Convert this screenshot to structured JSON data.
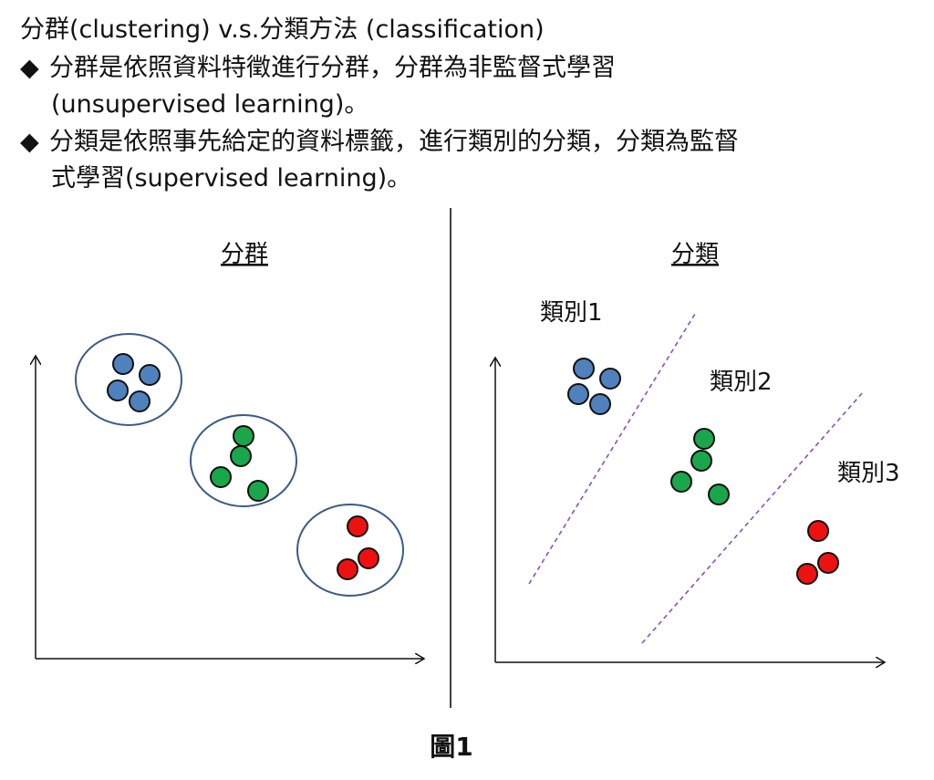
{
  "header": {
    "title": "分群(clustering) v.s.分類方法 (classification)",
    "bullet_symbol": "◆",
    "bullets": [
      {
        "line1": "分群是依照資料特徵進行分群，分群為非監督式學習",
        "line2": "(unsupervised learning)。"
      },
      {
        "line1": "分類是依照事先給定的資料標籤，進行類別的分類，分類為監督",
        "line2": "式學習(supervised learning)。"
      }
    ]
  },
  "left_panel": {
    "title": "分群",
    "clusters": [
      {
        "color": "#4f81bd",
        "points": 4
      },
      {
        "color": "#1aa64a",
        "points": 4
      },
      {
        "color": "#ee1111",
        "points": 3
      }
    ]
  },
  "right_panel": {
    "title": "分類",
    "region_labels": [
      "類別1",
      "類別2",
      "類別3"
    ],
    "boundary_color": "#8a4fb8"
  },
  "colors": {
    "blue": "#4f81bd",
    "green": "#1aa64a",
    "red": "#ee1111",
    "ellipse_stroke": "#3b5b86",
    "axis": "#111111"
  },
  "caption": "圖1"
}
